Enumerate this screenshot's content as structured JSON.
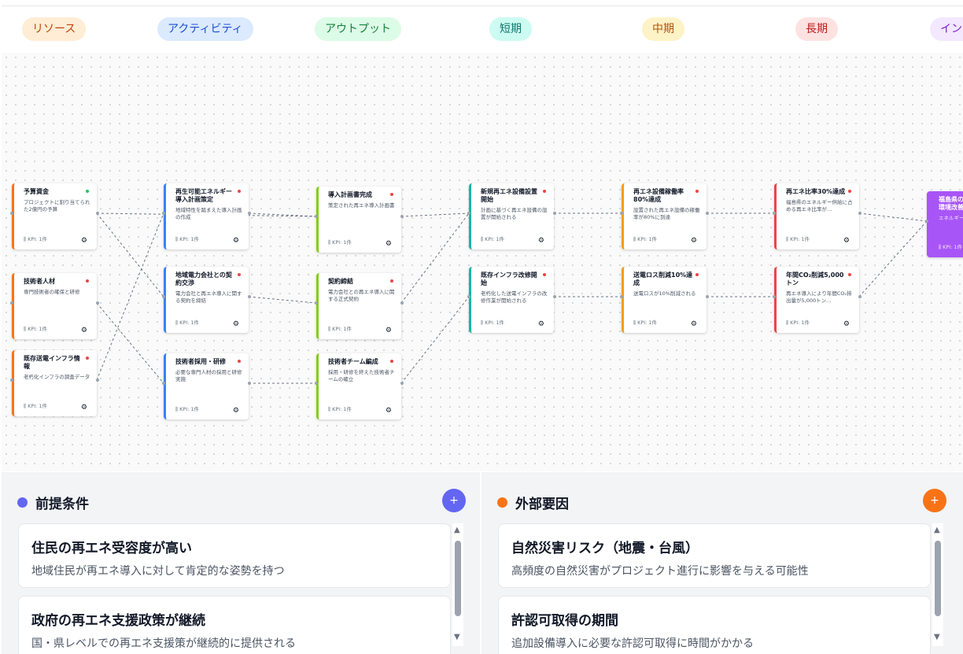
{
  "colors": {
    "resource": "#f97316",
    "activity": "#3b82f6",
    "output": "#84cc16",
    "short": "#14b8a6",
    "mid": "#f59e0b",
    "long": "#ef4444",
    "impact": "#a855f7",
    "status_ok": "#22c55e",
    "status_alert": "#ef4444",
    "premise": "#6366f1",
    "external": "#f97316"
  },
  "stages": [
    {
      "label": "リソース"
    },
    {
      "label": "アクティビティ"
    },
    {
      "label": "アウトプット"
    },
    {
      "label": "短期"
    },
    {
      "label": "中期"
    },
    {
      "label": "長期"
    },
    {
      "label": "インパクト"
    }
  ],
  "nodes": [
    {
      "id": "r1",
      "stage": "resource",
      "title": "予算資金",
      "desc": "プロジェクトに割り当てられた2億円の予算",
      "kpi": "KPI: 1件",
      "status": "ok"
    },
    {
      "id": "r2",
      "stage": "resource",
      "title": "技術者人材",
      "desc": "専門技術者の確保と研修",
      "kpi": "KPI: 1件",
      "status": "alert"
    },
    {
      "id": "r3",
      "stage": "resource",
      "title": "既存送電インフラ情報",
      "desc": "老朽化インフラの調査データ",
      "kpi": "KPI: 1件",
      "status": "alert"
    },
    {
      "id": "a1",
      "stage": "activity",
      "title": "再生可能エネルギー導入計画策定",
      "desc": "地域特性を踏まえた導入計画の作成",
      "kpi": "KPI: 1件",
      "status": "alert"
    },
    {
      "id": "a2",
      "stage": "activity",
      "title": "地域電力会社との契約交渉",
      "desc": "電力会社と再エネ導入に関する契約を締結",
      "kpi": "KPI: 1件",
      "status": "alert"
    },
    {
      "id": "a3",
      "stage": "activity",
      "title": "技術者採用・研修",
      "desc": "必要な専門人材の採用と研修実施",
      "kpi": "KPI: 1件",
      "status": "alert"
    },
    {
      "id": "o1",
      "stage": "output",
      "title": "導入計画書完成",
      "desc": "策定された再エネ導入計画書",
      "kpi": "KPI: 1件",
      "status": "alert"
    },
    {
      "id": "o2",
      "stage": "output",
      "title": "契約締結",
      "desc": "電力会社との再エネ導入に関する正式契約",
      "kpi": "KPI: 1件",
      "status": "alert"
    },
    {
      "id": "o3",
      "stage": "output",
      "title": "技術者チーム編成",
      "desc": "採用・研修を終えた技術者チームの確立",
      "kpi": "KPI: 1件",
      "status": "alert"
    },
    {
      "id": "s1",
      "stage": "short",
      "title": "新規再エネ設備設置開始",
      "desc": "計画に基づく再エネ設備の設置が開始される",
      "kpi": "KPI: 1件",
      "status": "alert"
    },
    {
      "id": "s2",
      "stage": "short",
      "title": "既存インフラ改修開始",
      "desc": "老朽化した送電インフラの改修作業が開始される",
      "kpi": "KPI: 1件",
      "status": "alert"
    },
    {
      "id": "m1",
      "stage": "mid",
      "title": "再エネ設備稼働率80%達成",
      "desc": "設置された再エネ設備の稼働率が80%に到達",
      "kpi": "KPI: 1件",
      "status": "alert"
    },
    {
      "id": "m2",
      "stage": "mid",
      "title": "送電ロス削減10%達成",
      "desc": "送電ロスが10%削減される",
      "kpi": "KPI: 1件",
      "status": "alert"
    },
    {
      "id": "l1",
      "stage": "long",
      "title": "再エネ比率30%達成",
      "desc": "福島県のエネルギー供給に占める再エネ比率が…",
      "kpi": "KPI: 1件",
      "status": "alert"
    },
    {
      "id": "l2",
      "stage": "long",
      "title": "年間CO₂削減5,000トン",
      "desc": "再エネ導入により年間CO₂排出量が5,000トン…",
      "kpi": "KPI: 1件",
      "status": "alert"
    },
    {
      "id": "i1",
      "stage": "impact",
      "title": "福島県のエネルギー環境改善",
      "desc": "エネルギー損傷が大幅",
      "kpi": "KPI: 1件",
      "status": "none"
    }
  ],
  "edges": [
    [
      "r1",
      "a2"
    ],
    [
      "r1",
      "o1"
    ],
    [
      "r2",
      "a3"
    ],
    [
      "r3",
      "a1"
    ],
    [
      "a1",
      "o1"
    ],
    [
      "a2",
      "o2"
    ],
    [
      "a3",
      "o3"
    ],
    [
      "o1",
      "s1"
    ],
    [
      "o2",
      "s1"
    ],
    [
      "o3",
      "s2"
    ],
    [
      "s1",
      "m1"
    ],
    [
      "s2",
      "m2"
    ],
    [
      "m1",
      "l1"
    ],
    [
      "m2",
      "l2"
    ],
    [
      "l1",
      "i1"
    ],
    [
      "l2",
      "i1"
    ]
  ],
  "premise": {
    "title": "前提条件",
    "add": "+",
    "items": [
      {
        "title": "住民の再エネ受容度が高い",
        "desc": "地域住民が再エネ導入に対して肯定的な姿勢を持つ"
      },
      {
        "title": "政府の再エネ支援政策が継続",
        "desc": "国・県レベルでの再エネ支援策が継続的に提供される"
      }
    ]
  },
  "external": {
    "title": "外部要因",
    "add": "+",
    "items": [
      {
        "title": "自然災害リスク（地震・台風）",
        "desc": "高頻度の自然災害がプロジェクト進行に影響を与える可能性"
      },
      {
        "title": "許認可取得の期間",
        "desc": "追加設備導入に必要な許認可取得に時間がかかる"
      }
    ]
  },
  "icons": {
    "kpi": "bar-chart-icon",
    "settings": "gear-icon",
    "scroll_up": "triangle-up-icon",
    "scroll_down": "triangle-down-icon"
  }
}
